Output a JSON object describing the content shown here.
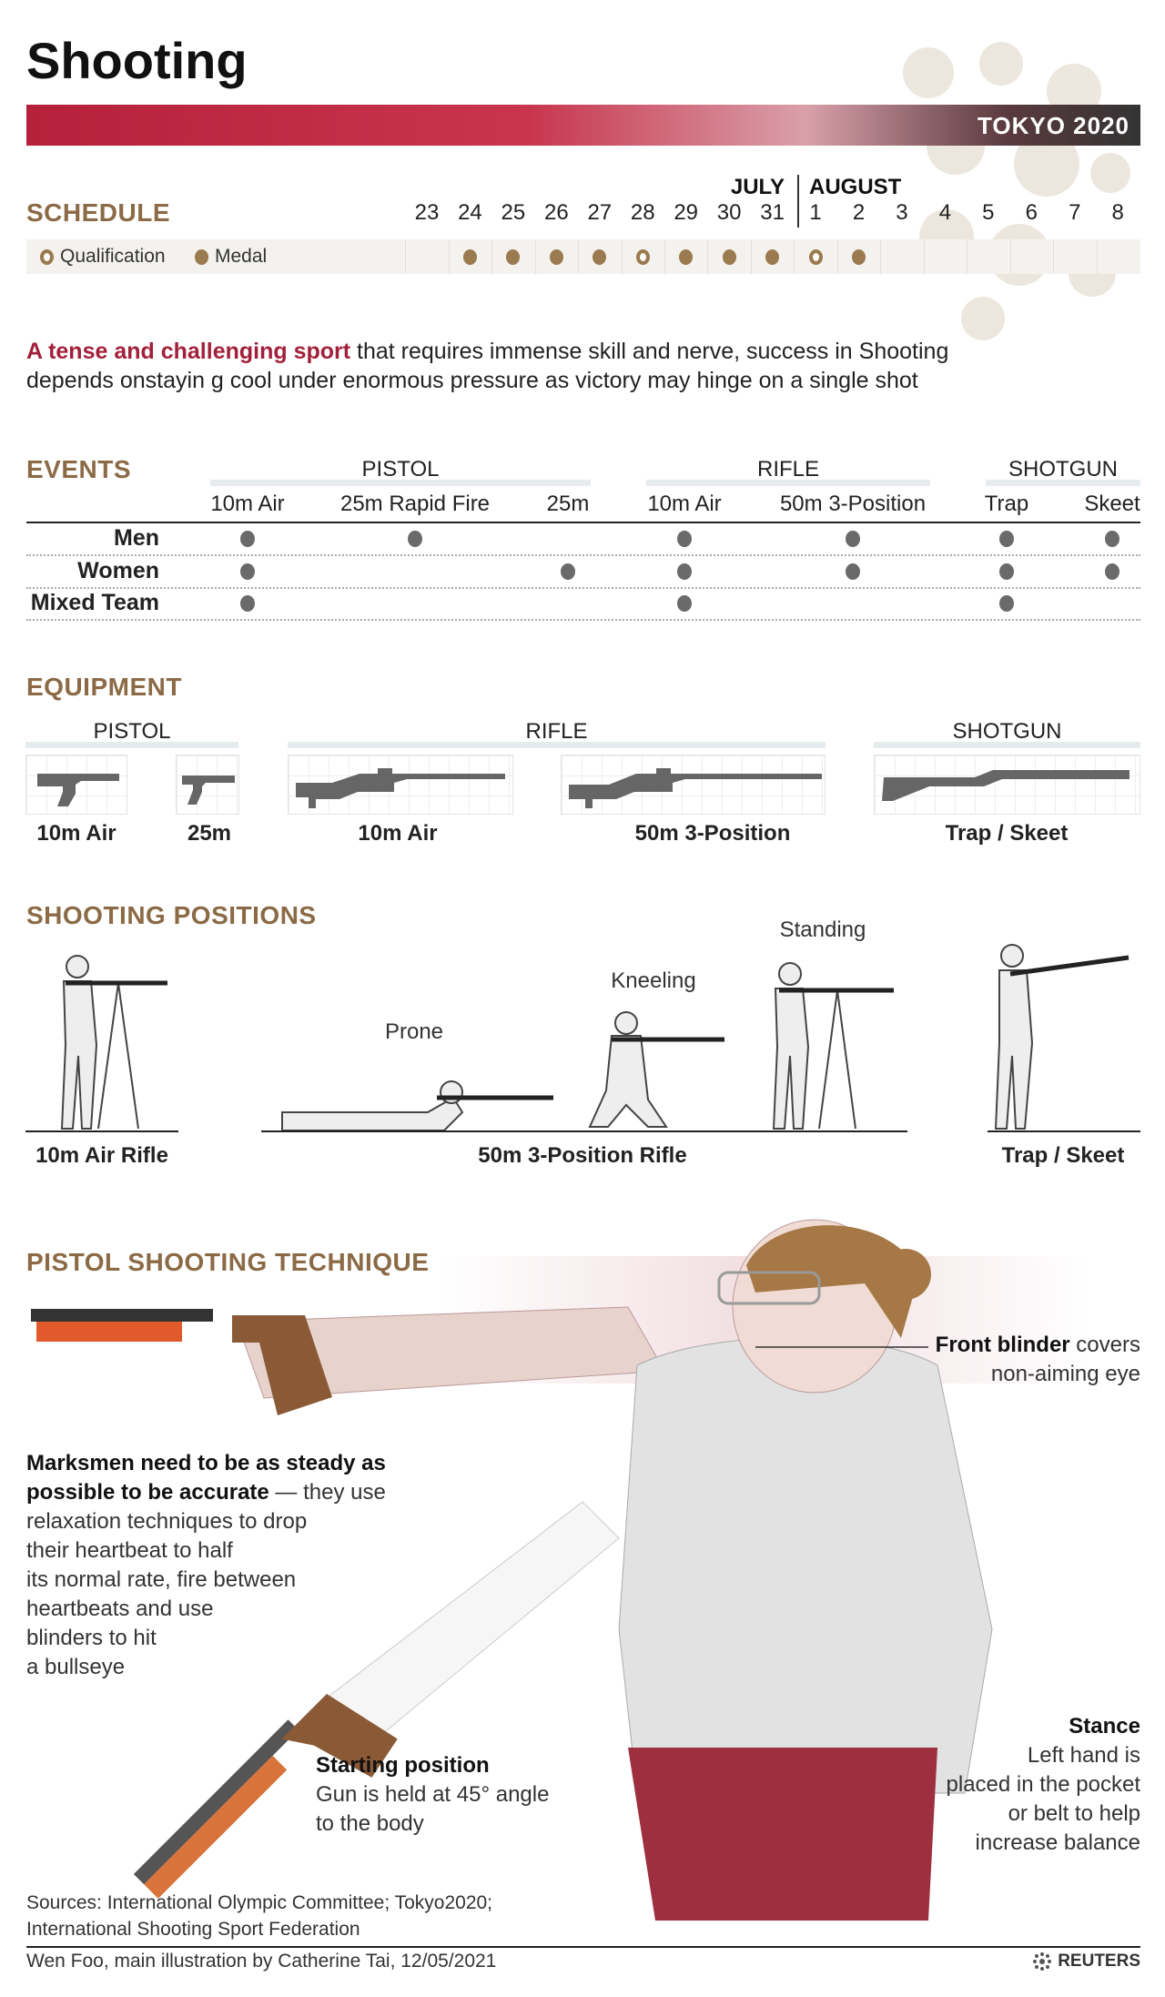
{
  "title": "Shooting",
  "banner": "TOKYO 2020",
  "schedule": {
    "heading": "SCHEDULE",
    "july": "JULY",
    "august": "AUGUST",
    "legend": {
      "qualification": "Qualification",
      "medal": "Medal"
    },
    "days": [
      {
        "d": "23",
        "t": ""
      },
      {
        "d": "24",
        "t": "m"
      },
      {
        "d": "25",
        "t": "m"
      },
      {
        "d": "26",
        "t": "m"
      },
      {
        "d": "27",
        "t": "m"
      },
      {
        "d": "28",
        "t": "q"
      },
      {
        "d": "29",
        "t": "m"
      },
      {
        "d": "30",
        "t": "m"
      },
      {
        "d": "31",
        "t": "m"
      },
      {
        "d": "1",
        "t": "q"
      },
      {
        "d": "2",
        "t": "m"
      },
      {
        "d": "3",
        "t": ""
      },
      {
        "d": "4",
        "t": ""
      },
      {
        "d": "5",
        "t": ""
      },
      {
        "d": "6",
        "t": ""
      },
      {
        "d": "7",
        "t": ""
      },
      {
        "d": "8",
        "t": ""
      }
    ]
  },
  "intro": {
    "lead": "A tense and challenging sport",
    "rest": " that requires immense skill and nerve, success in Shooting",
    "line2": "depends onstayin g cool under enormous pressure as victory may hinge on a single shot"
  },
  "events": {
    "heading": "EVENTS",
    "groups": [
      "PISTOL",
      "RIFLE",
      "SHOTGUN"
    ],
    "columns": [
      "10m Air",
      "25m Rapid Fire",
      "25m",
      "10m Air",
      "50m 3-Position",
      "Trap",
      "Skeet"
    ],
    "rows": [
      {
        "label": "Men",
        "marks": [
          1,
          1,
          0,
          1,
          1,
          1,
          1
        ]
      },
      {
        "label": "Women",
        "marks": [
          1,
          0,
          1,
          1,
          1,
          1,
          1
        ]
      },
      {
        "label": "Mixed Team",
        "marks": [
          1,
          0,
          0,
          1,
          0,
          1,
          0
        ]
      }
    ]
  },
  "equipment": {
    "heading": "EQUIPMENT",
    "groups": [
      "PISTOL",
      "RIFLE",
      "SHOTGUN"
    ],
    "items": [
      "10m Air",
      "25m",
      "10m Air",
      "50m 3-Position",
      "Trap / Skeet"
    ]
  },
  "positions": {
    "heading": "SHOOTING POSITIONS",
    "prone": "Prone",
    "kneeling": "Kneeling",
    "standing": "Standing",
    "labels": [
      "10m Air Rifle",
      "50m 3-Position Rifle",
      "Trap / Skeet"
    ]
  },
  "technique": {
    "heading": "PISTOL SHOOTING TECHNIQUE",
    "blinder_bold": "Front blinder",
    "blinder_rest": " covers",
    "blinder_line2": "non-aiming eye",
    "steady_bold1": "Marksmen need to be as steady as",
    "steady_bold2": "possible to be accurate",
    "steady_rest": " — they use",
    "steady_lines": [
      "relaxation techniques to drop",
      "their heartbeat to half",
      "its normal rate, fire between",
      "heartbeats and use",
      "blinders to hit",
      "a bullseye"
    ],
    "start_title": "Starting position",
    "start_lines": [
      "Gun is held at 45° angle",
      "to the body"
    ],
    "stance_title": "Stance",
    "stance_lines": [
      "Left hand is",
      "placed in the pocket",
      "or belt to help",
      "increase balance"
    ]
  },
  "sources": [
    "Sources: International Olympic Committee; Tokyo2020;",
    "International Shooting Sport Federation"
  ],
  "credit": "Wen Foo, main illustration by Catherine Tai, 12/05/2021",
  "brand": "REUTERS"
}
